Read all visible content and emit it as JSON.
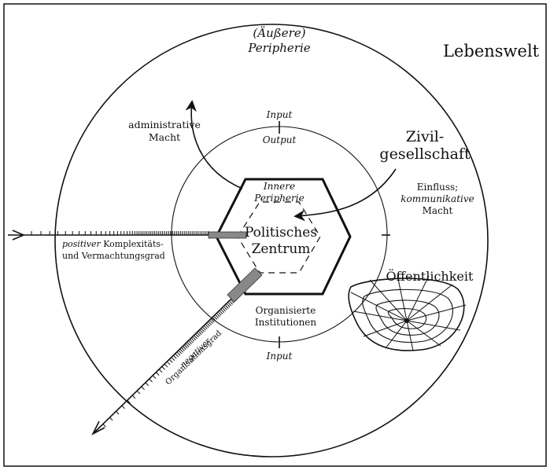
{
  "frame": {
    "border_color": "#111111",
    "background": "#ffffff"
  },
  "labels": {
    "peripherie_outer_line1": "(Äußere)",
    "peripherie_outer_line2": "Peripherie",
    "lebenswelt": "Lebenswelt",
    "admin_macht_line1": "administrative",
    "admin_macht_line2": "Macht",
    "input_top": "Input",
    "output_top": "Output",
    "zivil_line1": "Zivil-",
    "zivil_line2": "gesellschaft",
    "innere_line1": "Innere",
    "innere_line2": "Peripherie",
    "einfluss_line1": "Einfluss;",
    "einfluss_line2": "kommunikative",
    "einfluss_line3": "Macht",
    "politisches_line1": "Politisches",
    "politisches_line2": "Zentrum",
    "positiver_prefix": "positiver",
    "positiver_rest": " Komplexitäts-",
    "vermachtung": "und Vermachtungsgrad",
    "oeffentlichkeit": "Öffentlichkeit",
    "organisierte_line1": "Organisierte",
    "organisierte_line2": "Institutionen",
    "input_bottom": "Input",
    "negativer": "negativer",
    "organisationsgrad": "Organisationsgrad"
  }
}
